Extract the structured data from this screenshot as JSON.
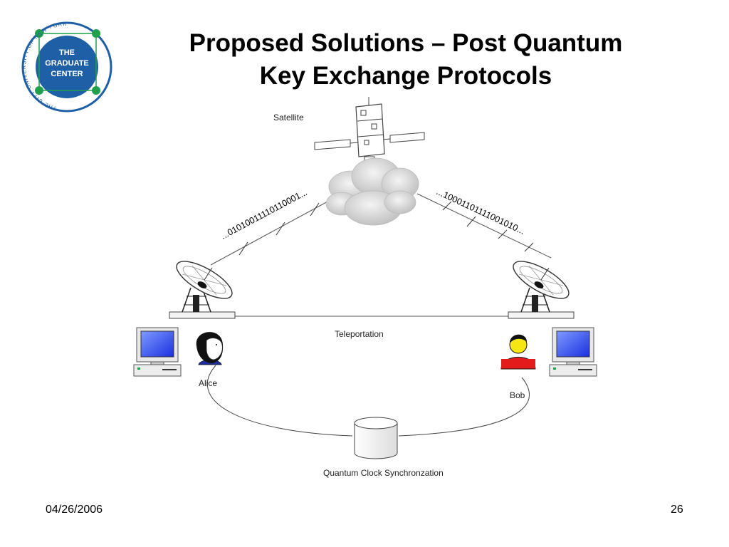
{
  "slide": {
    "title_line1": "Proposed Solutions – Post Quantum",
    "title_line2": "Key Exchange Protocols",
    "date": "04/26/2006",
    "page_number": "26"
  },
  "logo": {
    "center_text": [
      "THE",
      "GRADUATE",
      "CENTER"
    ],
    "ring_text": "THE CITY UNIVERSITY OF NEW YORK",
    "colors": {
      "ring": "#1f5fa6",
      "nodes": "#1fa04a",
      "box": "#1f5fa6"
    }
  },
  "diagram": {
    "satellite_label": "Satellite",
    "left_bits": "...01010011110110001...",
    "right_bits": "...10001101111001010...",
    "teleportation_label": "Teleportation",
    "alice_label": "Alice",
    "bob_label": "Bob",
    "clock_label": "Quantum Clock Synchronzation"
  }
}
